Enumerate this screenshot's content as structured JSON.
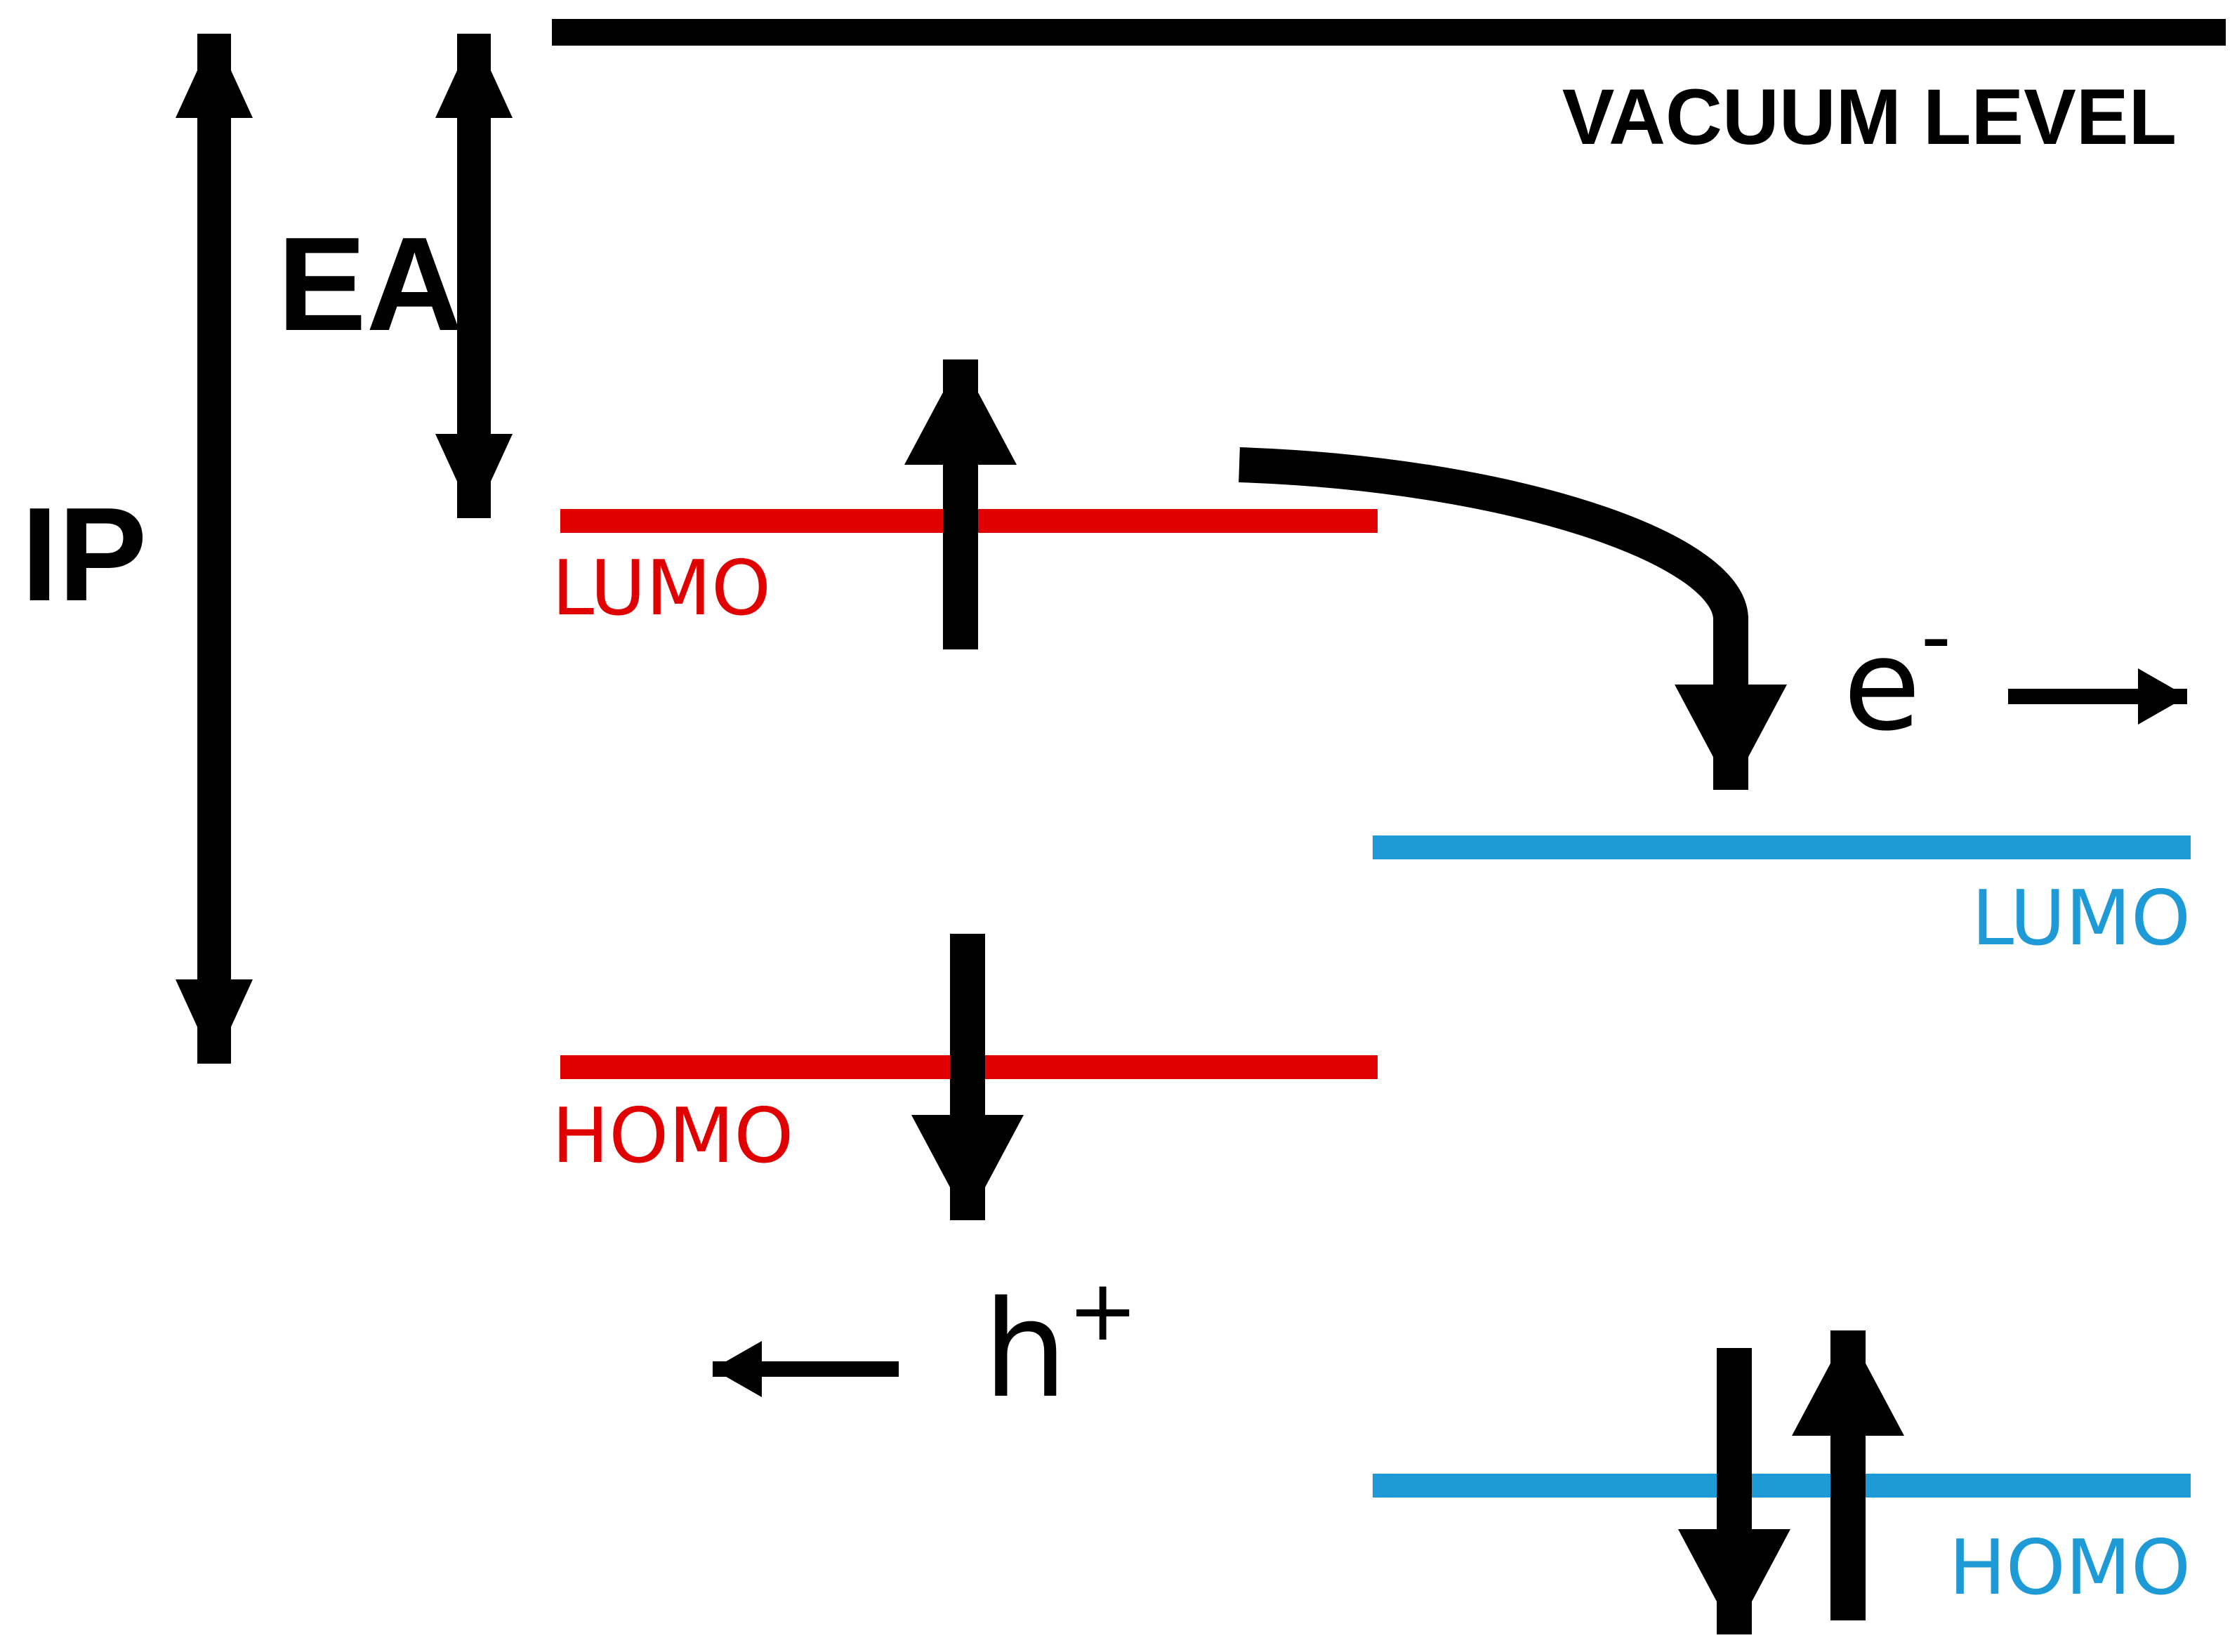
{
  "labels": {
    "vacuum_level": "VACUUM LEVEL",
    "ea": "EA",
    "ip": "IP",
    "donor_lumo": "LUMO",
    "donor_homo": "HOMO",
    "acceptor_lumo": "LUMO",
    "acceptor_homo": "HOMO",
    "electron": "e",
    "electron_sup": "-",
    "hole": "h",
    "hole_sup": "+"
  },
  "colors": {
    "vacuum": "#000000",
    "donor": "#e00000",
    "acceptor": "#1e9bd7",
    "arrows": "#000000"
  }
}
